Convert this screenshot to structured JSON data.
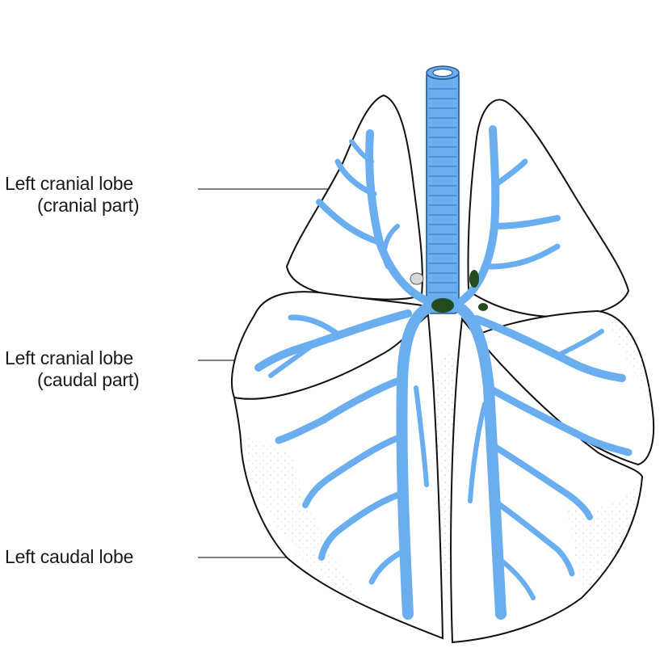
{
  "labels": {
    "cranial_part_line1": "Left cranial lobe",
    "cranial_part_line2": "(cranial part)",
    "caudal_part_line1": "Left cranial lobe",
    "caudal_part_line2": "(caudal part)",
    "caudal_lobe": "Left caudal lobe"
  },
  "colors": {
    "airway_fill": "#6aaef0",
    "airway_stroke": "#27588f",
    "outline": "#111111",
    "lymph_node": "#244a1e",
    "stipple": "#9a9a9a"
  }
}
